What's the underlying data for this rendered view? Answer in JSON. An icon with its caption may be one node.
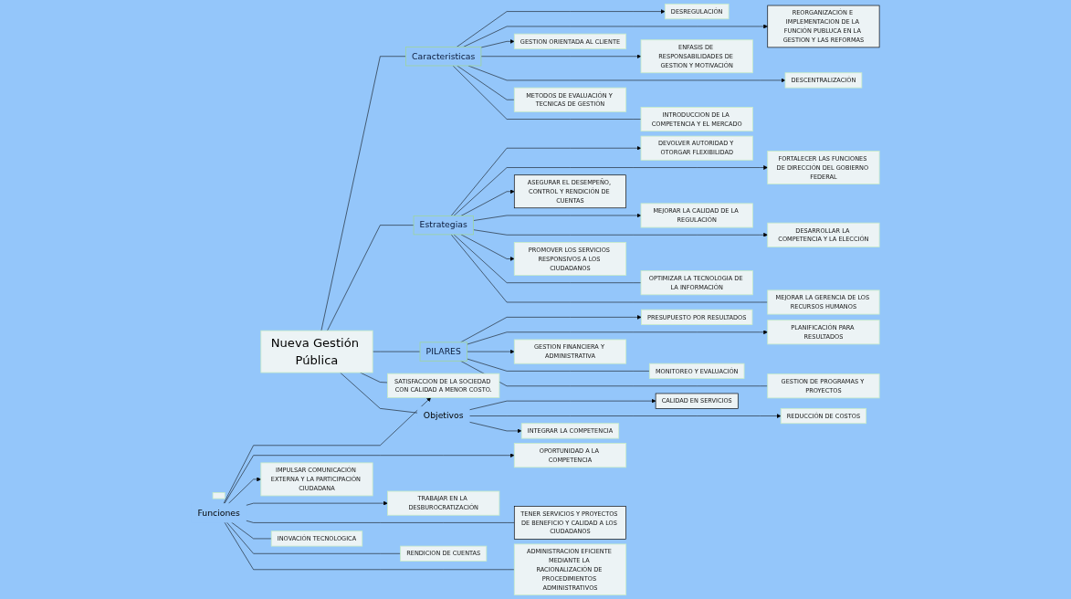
{
  "diagram": {
    "nodes": [
      {
        "text": [
          "Nueva Gestión Pública"
        ]
      },
      {
        "text": [
          "Caracteristicas"
        ]
      },
      {
        "text": [
          "DESREGULACIÓN"
        ]
      },
      {
        "text": [
          "REORGANIZACIÓN E IMPLEMENTACION DE LA FUNCIÓN PUBLUCA EN LA GESTION Y LAS REFORMAS"
        ]
      },
      {
        "text": [
          "GESTION ORIENTADA AL CLIENTE"
        ]
      },
      {
        "text": [
          "ENFASIS DE RESPONSABILIDADES DE GESTION Y MOTIVACIÓN"
        ]
      },
      {
        "text": [
          "DESCENTRALIZACIÓN"
        ]
      },
      {
        "text": [
          "METODOS DE EVALUACIÓN Y TECNICAS DE GESTIÓN"
        ]
      },
      {
        "text": [
          "INTRODUCCION DE LA COMPETENCIA Y EL MERCADO"
        ]
      },
      {
        "text": [
          "Estrategias"
        ]
      },
      {
        "text": [
          "DEVOLVER AUTORIDAD Y OTORGAR FLEXIBILIDAD"
        ]
      },
      {
        "text": [],
        "shape": "box"
      },
      {
        "text": [
          "FORTALECER LAS FUNCIONES DE DIRECCIÓN DEL GOBIERNO FEDERAL"
        ]
      },
      {
        "text": [
          "ASEGURAR EL DESEMPEÑO, CONTROL Y RENDICIÓN DE CUENTAS"
        ]
      },
      {
        "text": [
          "MEJORAR LA CALIDAD DE LA REGULACIÓN"
        ]
      },
      {
        "text": [
          "DESARROLLAR LA COMPETENCIA Y LA ELECCIÓN"
        ]
      },
      {
        "text": [
          "PROMOVER LOS SERVICIOS RESPONSIVOS A LOS CIUDADANOS"
        ]
      },
      {
        "text": [
          "OPTIMIZAR LA TECNOLOGIA DE LA INFORMACIÓN"
        ]
      },
      {
        "text": [
          "MEJORAR LA GERENCIA DE LOS RECURSOS HUMANOS"
        ]
      },
      {
        "text": [
          "PILARES"
        ]
      },
      {
        "text": [
          "PRESUPUESTO POR RESULTADOS"
        ]
      },
      {
        "text": [
          "PLANIFICACIÓN PARA RESULTADOS"
        ]
      },
      {
        "text": [
          "GESTION FINANCIERA Y ADMINISTRATIVA"
        ]
      },
      {
        "text": [
          "MONITOREO Y EVALUACIÓN"
        ]
      },
      {
        "text": [
          "GESTION DE PROGRAMAS Y PROYECTOS"
        ]
      },
      {
        "text": [
          "Funciones"
        ]
      },
      {
        "text": [
          "SATISFACCION DE LA SOCIEDAD CON CALIDAD A MENOR COSTO."
        ]
      },
      {
        "text": [
          "OPORTUNIDAD A LA COMPETENCIA"
        ]
      },
      {
        "text": [
          "IMPULSAR COMUNICACIÓN EXTERNA Y LA PARTICIPACIÓN CIUDADANA"
        ]
      },
      {
        "text": [
          "TRABAJAR EN LA DESBUROCRATIZACIÓN"
        ]
      },
      {
        "text": [
          "TENER SERVICIOS Y PROYECTOS DE BENEFICIO Y CALIDAD A LOS CIUDADANOS"
        ]
      },
      {
        "text": [
          "INOVACIÓN TECNOLOGICA"
        ]
      },
      {
        "text": [
          "RENDICION DE CUENTAS"
        ]
      },
      {
        "text": [
          "ADMINISTRACION EFICIENTE MEDIANTE LA RACIONALIZACIÓN DE PROCEDIMIENTOS ADMINISTRATIVOS"
        ]
      },
      {
        "text": [
          "Objetivos"
        ]
      },
      {
        "text": [
          "CALIDAD EN SERVICIOS"
        ]
      },
      {
        "text": [
          "REDUCCIÓN DE COSTOS"
        ]
      },
      {
        "text": [
          "INTEGRAR LA COMPETENCIA"
        ]
      }
    ],
    "edges": [
      {
        "from": 0,
        "to": 1,
        "arrow": "none"
      },
      {
        "from": 0,
        "to": 9,
        "arrow": "none"
      },
      {
        "from": 0,
        "to": 19,
        "arrow": "none"
      },
      {
        "from": 0,
        "to": 26,
        "arrow": "none"
      },
      {
        "from": 0,
        "to": 34,
        "arrow": "none"
      },
      {
        "from": 1,
        "to": 2,
        "arrow": "to"
      },
      {
        "from": 1,
        "to": 3,
        "arrow": "to"
      },
      {
        "from": 1,
        "to": 4,
        "arrow": "to"
      },
      {
        "from": 1,
        "to": 5,
        "arrow": "to"
      },
      {
        "from": 1,
        "to": 6,
        "arrow": "to"
      },
      {
        "from": 1,
        "to": 7,
        "arrow": "none"
      },
      {
        "from": 1,
        "to": 8,
        "arrow": "none"
      },
      {
        "from": 9,
        "to": 10,
        "arrow": "to"
      },
      {
        "from": 9,
        "to": 12,
        "arrow": "to"
      },
      {
        "from": 9,
        "to": 13,
        "arrow": "to"
      },
      {
        "from": 9,
        "to": 14,
        "arrow": "to"
      },
      {
        "from": 9,
        "to": 15,
        "arrow": "to"
      },
      {
        "from": 9,
        "to": 16,
        "arrow": "to"
      },
      {
        "from": 9,
        "to": 17,
        "arrow": "none"
      },
      {
        "from": 9,
        "to": 18,
        "arrow": "none"
      },
      {
        "from": 19,
        "to": 20,
        "arrow": "to"
      },
      {
        "from": 19,
        "to": 21,
        "arrow": "to"
      },
      {
        "from": 19,
        "to": 22,
        "arrow": "to"
      },
      {
        "from": 19,
        "to": 23,
        "arrow": "none"
      },
      {
        "from": 19,
        "to": 24,
        "arrow": "none"
      },
      {
        "from": 25,
        "to": 26,
        "arrow": "to"
      },
      {
        "from": 25,
        "to": 27,
        "arrow": "to"
      },
      {
        "from": 25,
        "to": 28,
        "arrow": "to"
      },
      {
        "from": 25,
        "to": 29,
        "arrow": "to"
      },
      {
        "from": 25,
        "to": 30,
        "arrow": "none"
      },
      {
        "from": 25,
        "to": 31,
        "arrow": "none"
      },
      {
        "from": 25,
        "to": 32,
        "arrow": "none"
      },
      {
        "from": 25,
        "to": 33,
        "arrow": "none"
      },
      {
        "from": 34,
        "to": 35,
        "arrow": "to"
      },
      {
        "from": 34,
        "to": 36,
        "arrow": "to"
      },
      {
        "from": 34,
        "to": 37,
        "arrow": "to"
      }
    ]
  }
}
